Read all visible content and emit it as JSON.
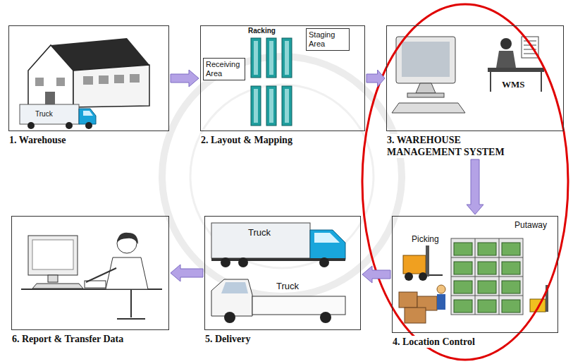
{
  "diagram": {
    "nodes": [
      {
        "text": [
          "1. Warehouse"
        ]
      },
      {
        "text": [
          "2. Layout & Mapping"
        ]
      },
      {
        "text": [
          "Receiving Area"
        ],
        "in": 1
      },
      {
        "text": [
          "Staging Area"
        ],
        "in": 1
      },
      {
        "text": [
          "3. WAREHOUSE MANAGEMENT SYSTEM"
        ]
      },
      {
        "text": [
          "4. Location Control"
        ]
      },
      {
        "text": [
          "5. Delivery"
        ]
      },
      {
        "text": [
          "6. Report & Transfer Data"
        ]
      }
    ],
    "edges": [
      {
        "from": 0,
        "to": 1,
        "arrow": "to"
      },
      {
        "from": 1,
        "to": 4,
        "arrow": "to"
      },
      {
        "from": 4,
        "to": 5,
        "arrow": "to"
      },
      {
        "from": 5,
        "to": 6,
        "arrow": "to"
      },
      {
        "from": 6,
        "to": 7,
        "arrow": "to"
      }
    ],
    "labels": [
      "Truck",
      "Racking",
      "WMS",
      "Picking",
      "Putaway",
      "Truck",
      "Truck"
    ]
  }
}
